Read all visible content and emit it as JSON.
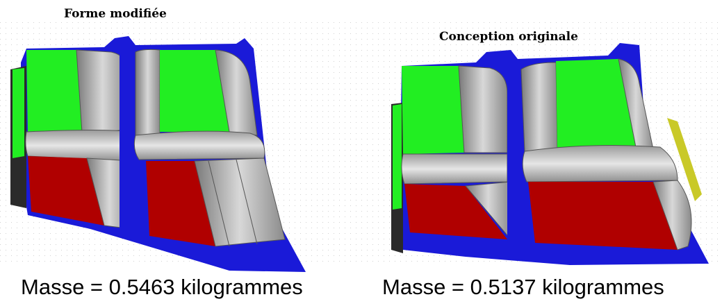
{
  "left": {
    "title": "Forme modifiée",
    "caption": "Masse = 0.5463 kilogrammes"
  },
  "right": {
    "title": "Conception originale",
    "caption": "Masse = 0.5137 kilogrammes"
  },
  "colors": {
    "frame": "#1a1ad8",
    "top_faces": "#22ee22",
    "bottom_faces": "#b00000",
    "fillets": "#a8a8a8",
    "background_dots": "#d0d0d0"
  }
}
